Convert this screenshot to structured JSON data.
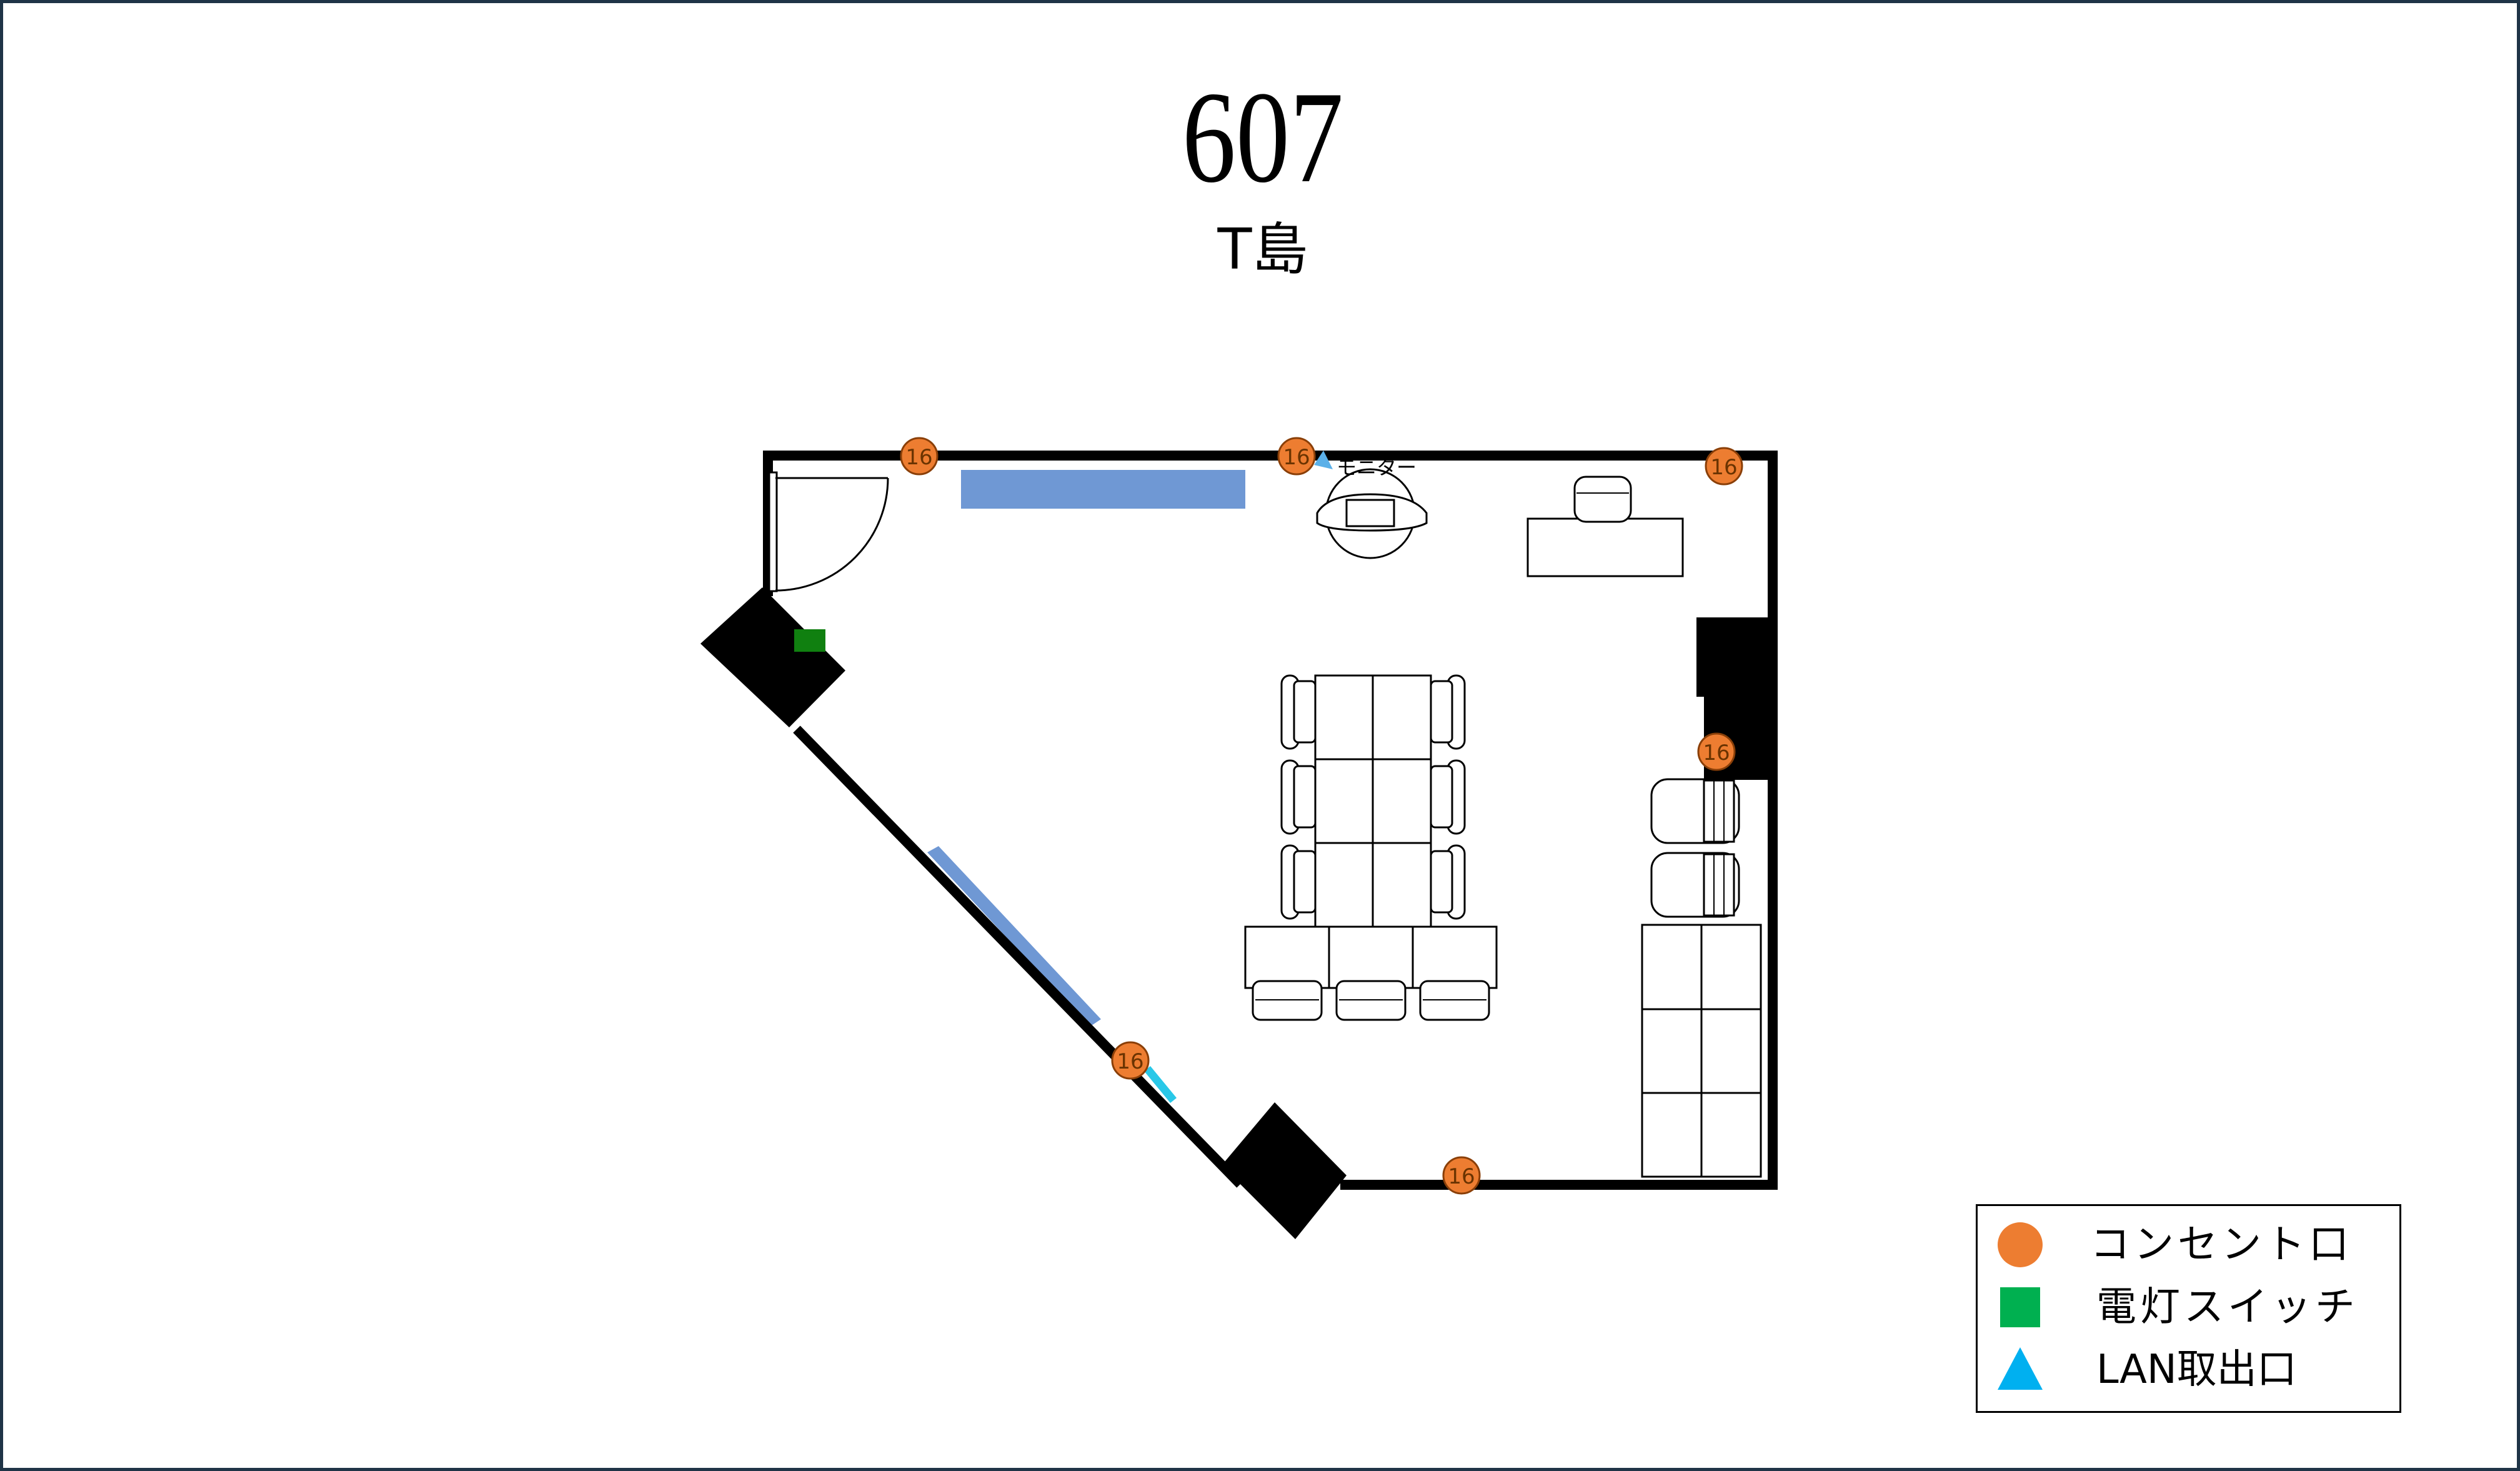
{
  "title": {
    "room_number": "607",
    "subtitle": "T島"
  },
  "floor_plan": {
    "outlet_rating": "16",
    "monitor_label": "モニター",
    "outlet_count": 6
  },
  "legend": {
    "items": [
      {
        "symbol": "orange-circle",
        "label": "コンセント口",
        "color": "#ED7D31"
      },
      {
        "symbol": "green-square",
        "label": "電灯スイッチ",
        "color": "#00B050"
      },
      {
        "symbol": "blue-triangle",
        "label": "LAN取出口",
        "color": "#00B0F0"
      }
    ]
  },
  "colors": {
    "outlet_fill": "#ED7D31",
    "switch": "#108010",
    "lan": "#5BB0E8",
    "window": "#6F98D4",
    "wall": "#000000",
    "border": "#1F3447"
  }
}
